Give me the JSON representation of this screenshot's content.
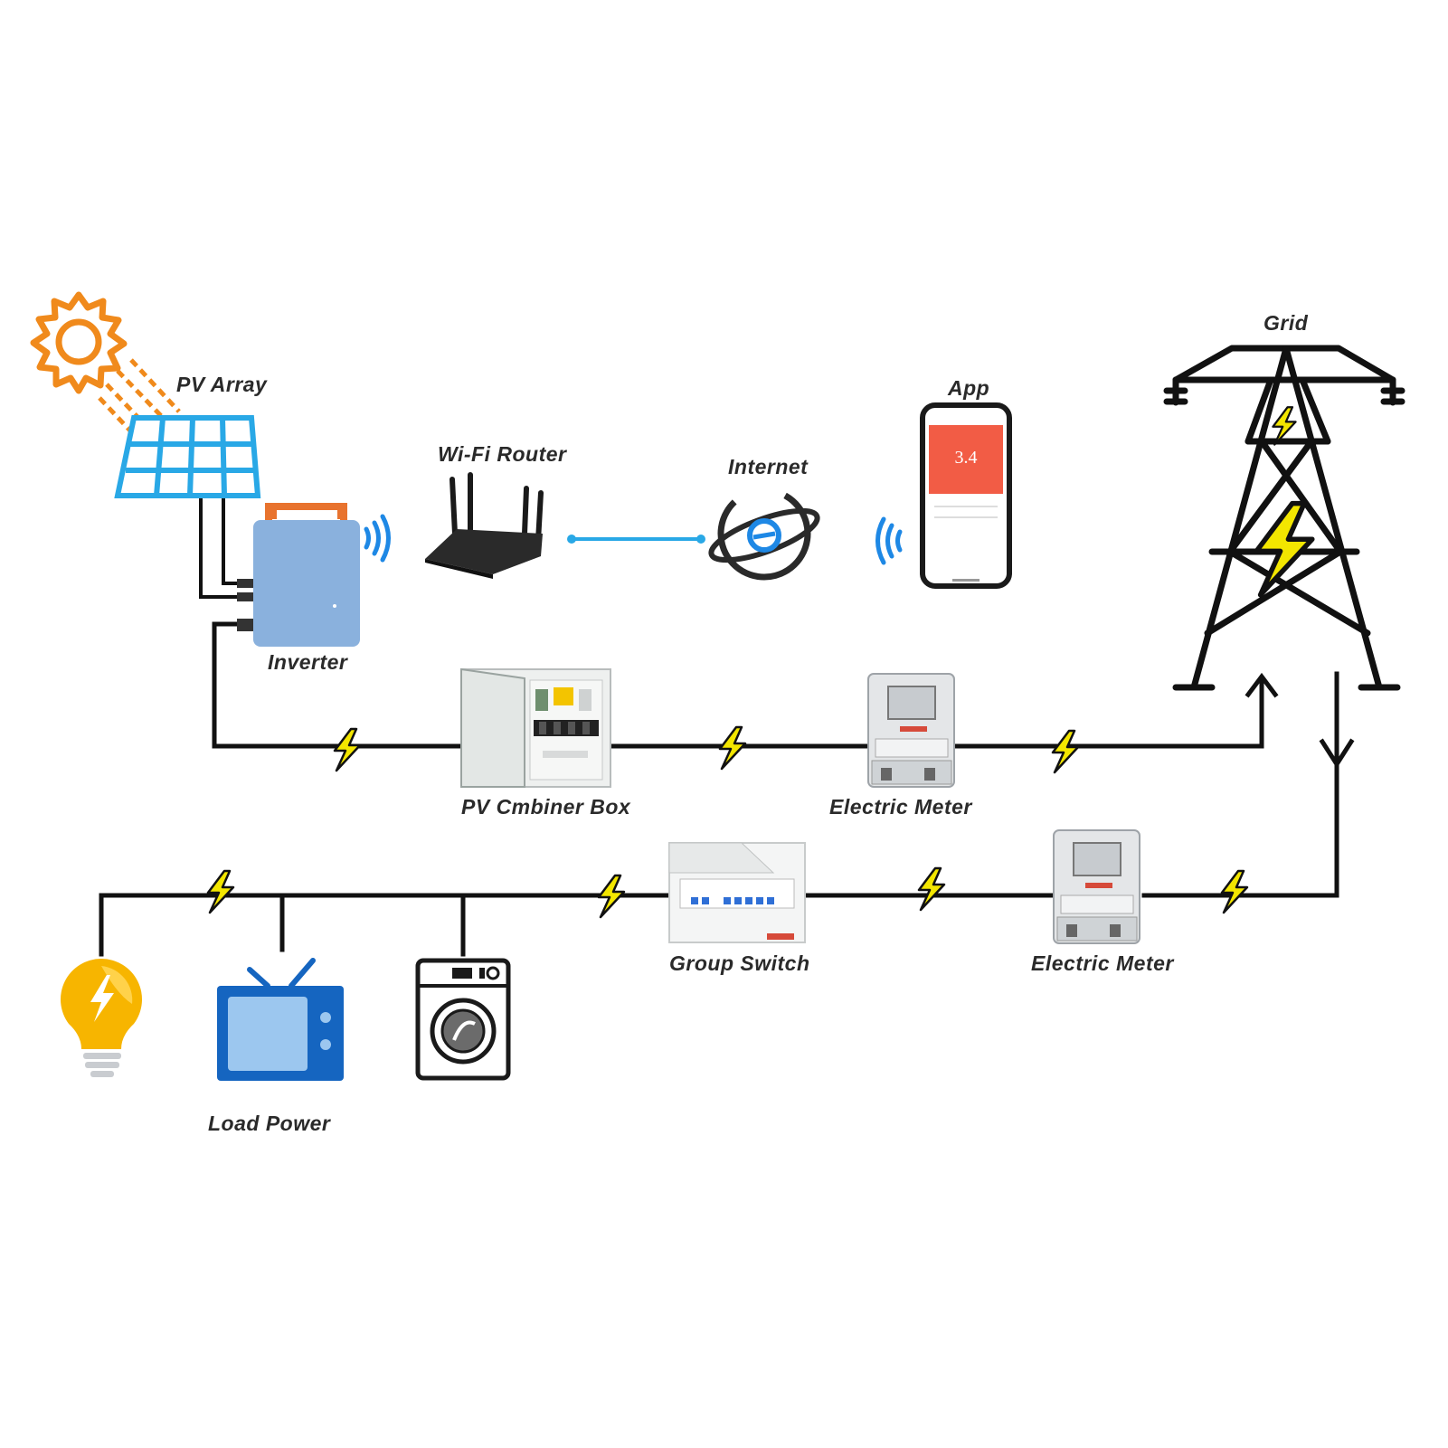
{
  "labels": {
    "pv_array": "PV Array",
    "wifi_router": "Wi-Fi Router",
    "internet": "Internet",
    "app": "App",
    "grid": "Grid",
    "inverter": "Inverter",
    "combiner_box": "PV Cmbiner Box",
    "electric_meter_top": "Electric Meter",
    "group_switch": "Group Switch",
    "electric_meter_bottom": "Electric Meter",
    "load_power": "Load Power"
  },
  "app_screen": {
    "value": "3.4"
  },
  "icons": [
    "sun-icon",
    "solar-panel-icon",
    "inverter-icon",
    "wifi-signal-icon",
    "router-icon",
    "internet-icon",
    "phone-app-icon",
    "transmission-tower-icon",
    "combiner-box-icon",
    "electric-meter-icon",
    "group-switch-icon",
    "light-bulb-icon",
    "tv-icon",
    "washing-machine-icon",
    "lightning-bolt-icon"
  ],
  "colors": {
    "sun": "#f08a1c",
    "panel": "#29a8e6",
    "inverter": "#8ab1dd",
    "wifi": "#1e88e5",
    "app_screen": "#f25c45",
    "bolt": "#f3e600",
    "bulb": "#f7b500",
    "tv": "#1565c0",
    "wire": "#111111"
  }
}
